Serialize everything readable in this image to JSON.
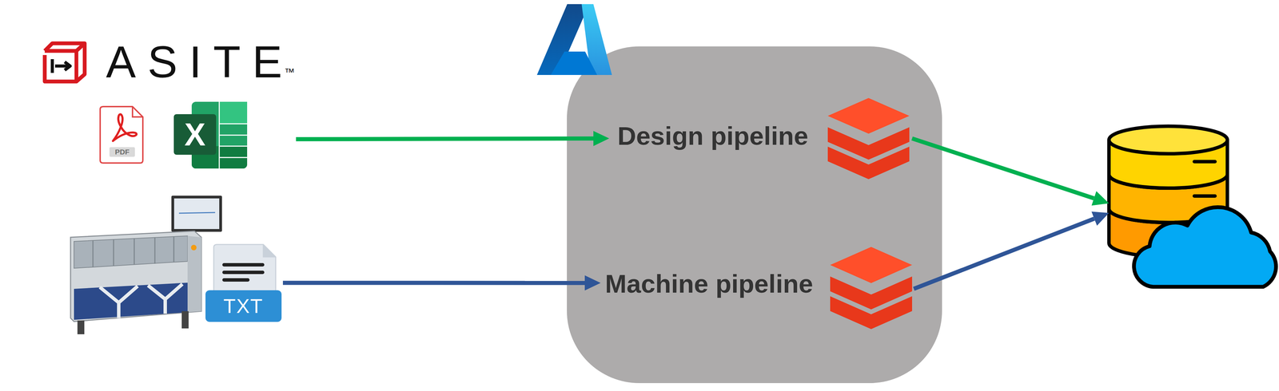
{
  "diagram": {
    "nodes": [
      {
        "text": [
          "ASITE"
        ]
      },
      {
        "text": [
          "TXT"
        ]
      },
      {
        "text": []
      },
      {
        "text": [
          "Design pipeline"
        ],
        "in": 2
      },
      {
        "text": [
          "Machine pipeline"
        ],
        "in": 2
      },
      {
        "text": []
      }
    ],
    "edges": [
      {
        "from": 0,
        "to": 3,
        "arrow": "to"
      },
      {
        "from": 1,
        "to": 4,
        "arrow": "to"
      },
      {
        "from": 3,
        "to": 5,
        "arrow": "to"
      },
      {
        "from": 4,
        "to": 5,
        "arrow": "to"
      }
    ],
    "labels": [
      "™",
      "PDF",
      "X"
    ]
  }
}
